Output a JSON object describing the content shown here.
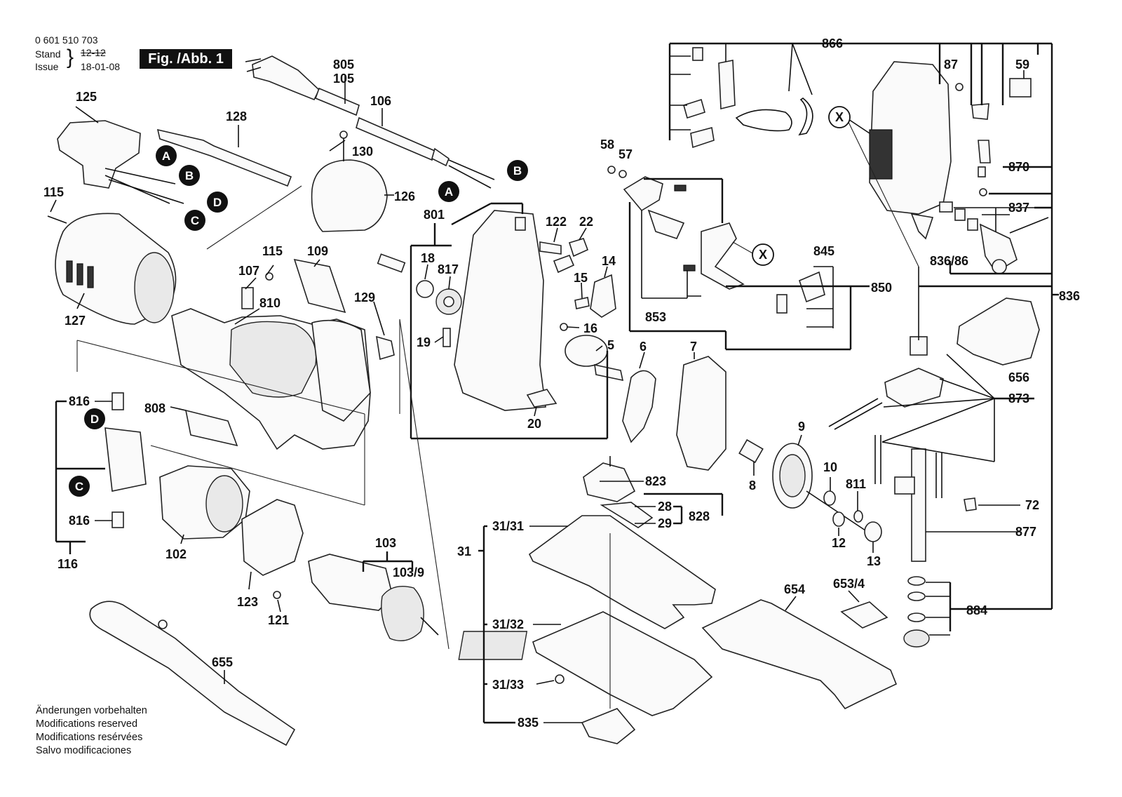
{
  "header": {
    "part_number": "0 601 510 703",
    "stand_label": "Stand",
    "stand_value": "12-12",
    "issue_label": "Issue",
    "issue_value": "18-01-08",
    "figure_label": "Fig. /Abb. 1"
  },
  "footer_notes": [
    "Änderungen vorbehalten",
    "Modifications reserved",
    "Modifications resérvées",
    "Salvo modificaciones"
  ],
  "callouts": [
    "A",
    "B",
    "C",
    "D",
    "X"
  ],
  "part_labels": [
    "805",
    "105",
    "106",
    "125",
    "128",
    "130",
    "126",
    "115",
    "127",
    "107",
    "109",
    "810",
    "129",
    "801",
    "18",
    "817",
    "122",
    "22",
    "14",
    "15",
    "16",
    "19",
    "5",
    "20",
    "6",
    "7",
    "816",
    "808",
    "102",
    "116",
    "123",
    "121",
    "103",
    "103/9",
    "655",
    "866",
    "87",
    "59",
    "870",
    "837",
    "836/86",
    "58",
    "57",
    "845",
    "850",
    "836",
    "853",
    "656",
    "873",
    "9",
    "10",
    "811",
    "8",
    "12",
    "13",
    "72",
    "877",
    "884",
    "823",
    "28",
    "29",
    "828",
    "31/31",
    "31",
    "654",
    "653/4",
    "31/32",
    "31/33",
    "835"
  ],
  "colors": {
    "ink": "#111111",
    "paper": "#ffffff"
  }
}
